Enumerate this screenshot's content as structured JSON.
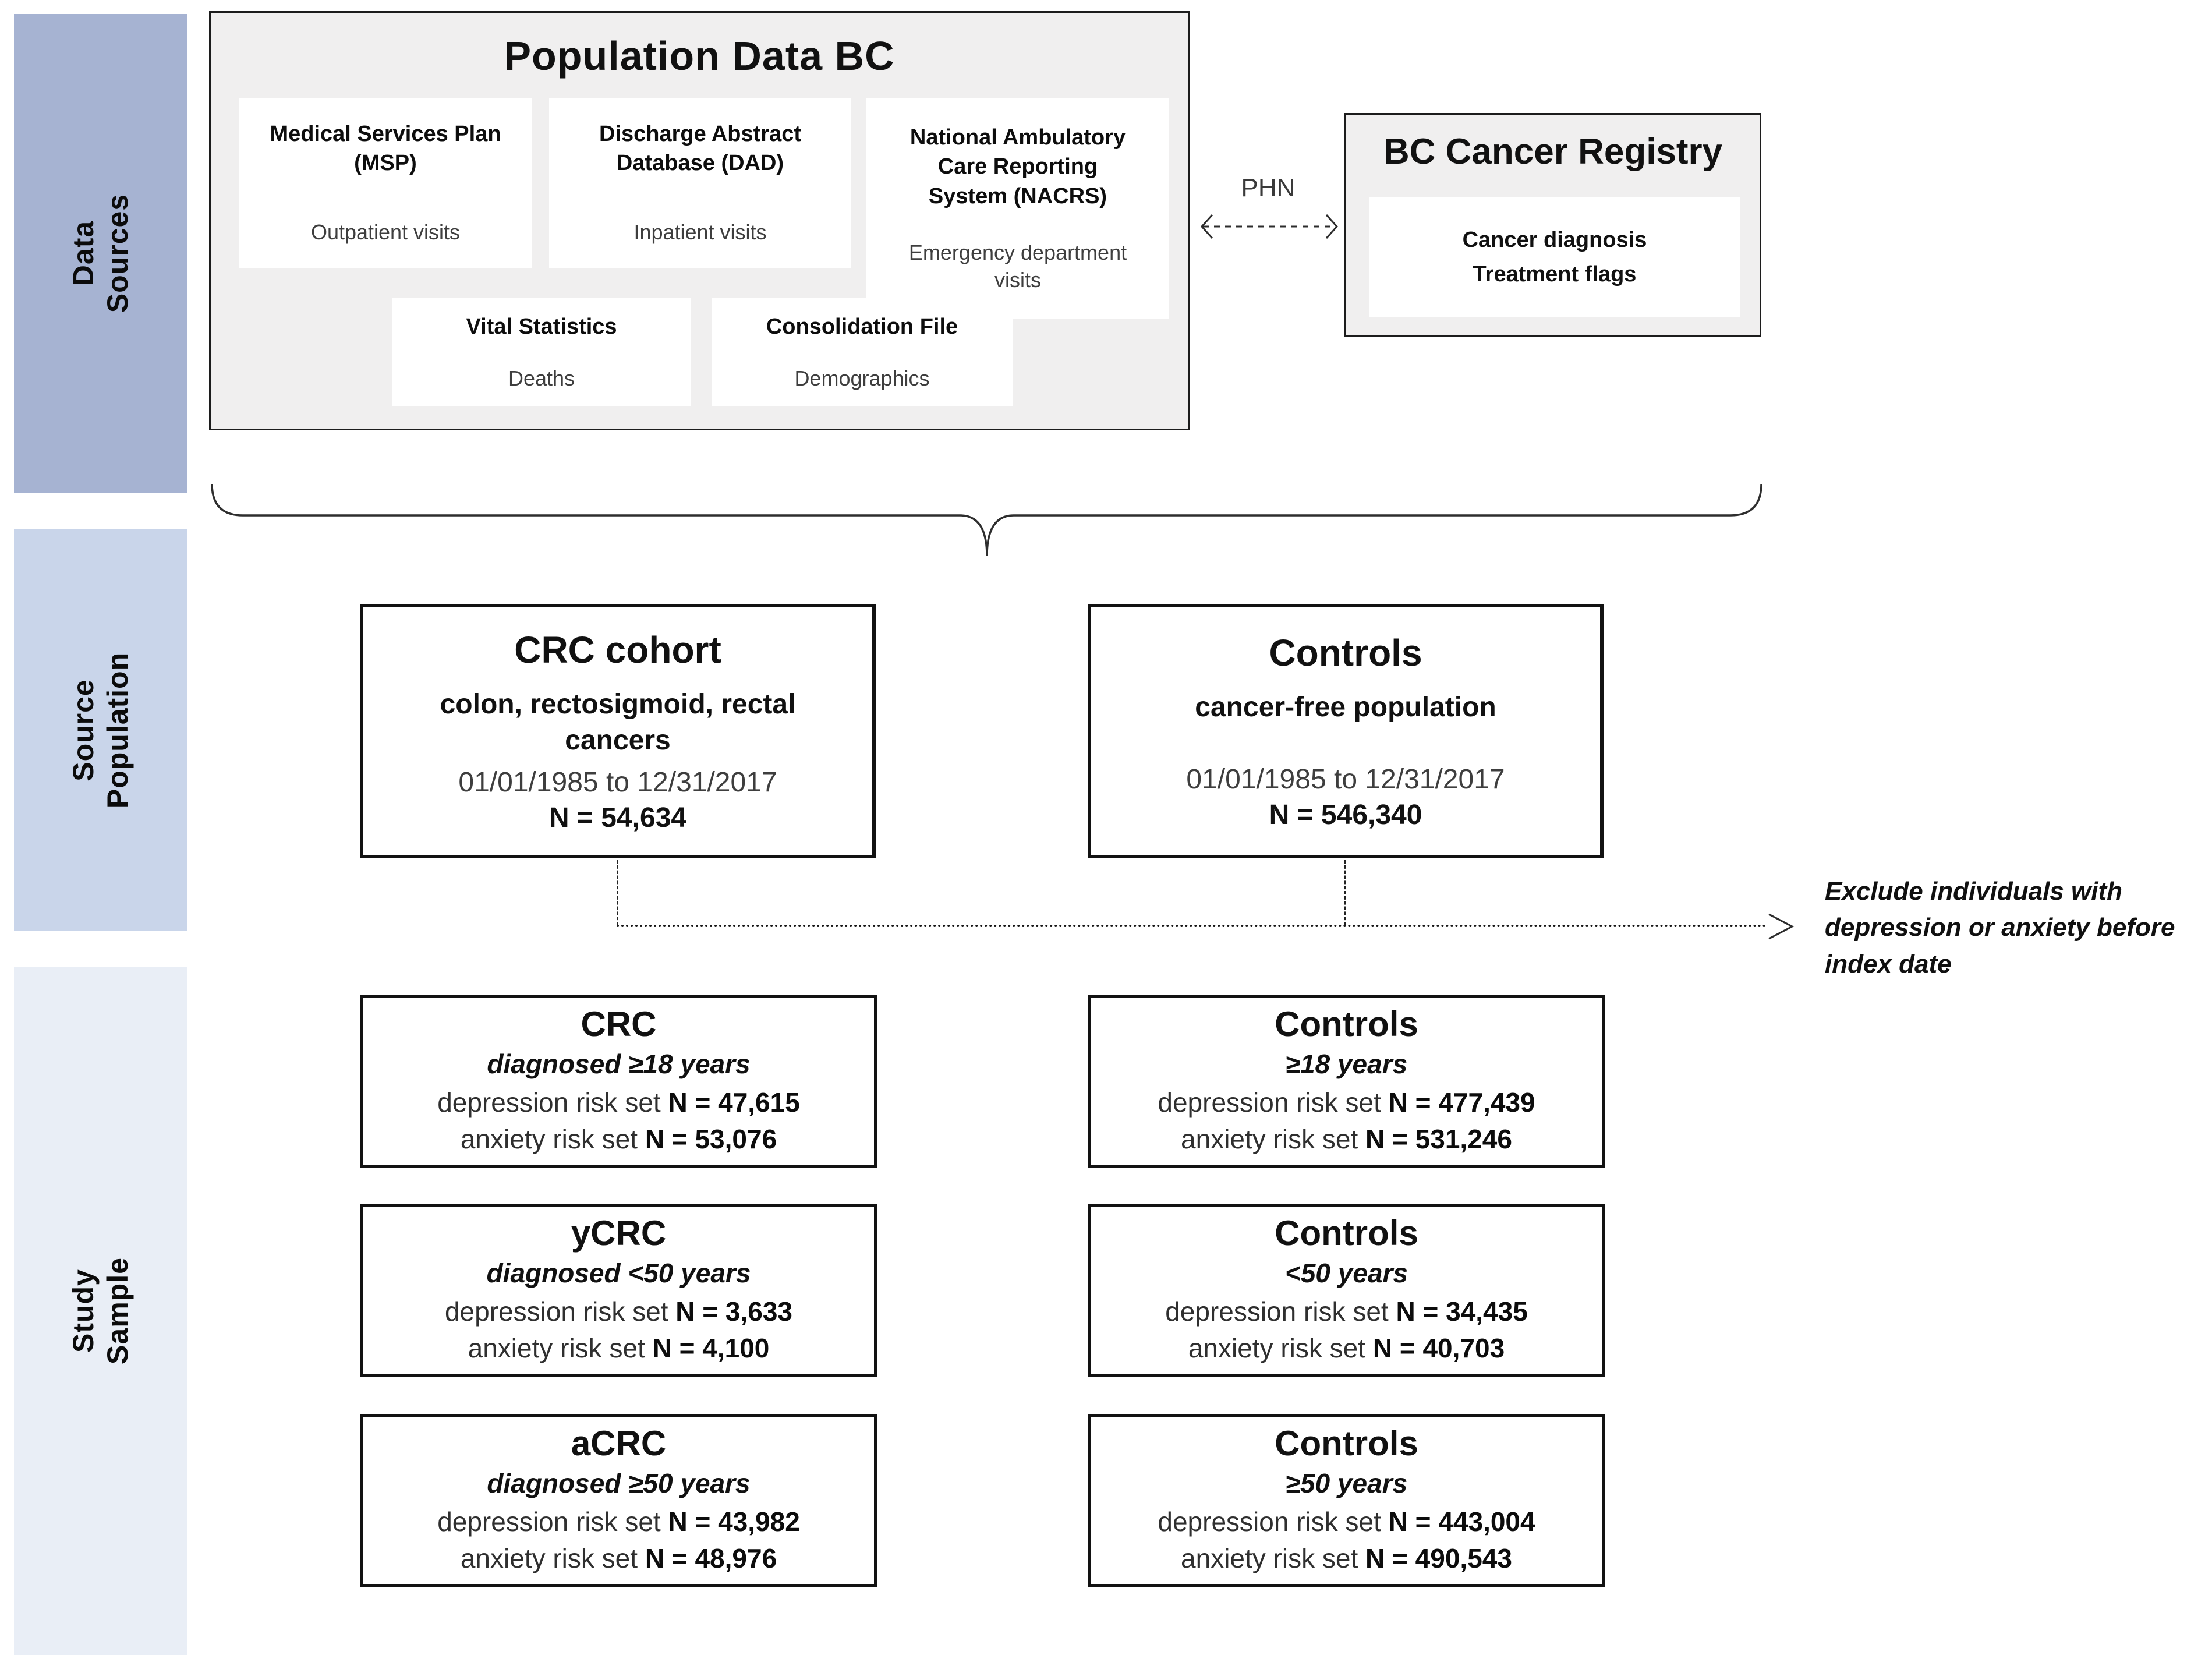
{
  "colors": {
    "band_data_sources": "#a6b3d2",
    "band_source_population": "#c9d5ea",
    "band_study_sample": "#e9eef6",
    "panel_fill": "#f0efef",
    "box_border": "#121212",
    "secondary_text": "#3e3e3e"
  },
  "sidebar": {
    "bands": [
      {
        "label": "Data\nSources"
      },
      {
        "label": "Source\nPopulation"
      },
      {
        "label": "Study Sample"
      }
    ]
  },
  "population_data_bc": {
    "title": "Population Data BC",
    "msp": {
      "title": "Medical Services Plan\n(MSP)",
      "subtitle": "Outpatient visits"
    },
    "dad": {
      "title": "Discharge Abstract\nDatabase (DAD)",
      "subtitle": "Inpatient visits"
    },
    "nacrs": {
      "title": "National Ambulatory\nCare Reporting\nSystem (NACRS)",
      "subtitle": "Emergency department\nvisits"
    },
    "vital": {
      "title": "Vital Statistics",
      "subtitle": "Deaths"
    },
    "consolidation": {
      "title": "Consolidation File",
      "subtitle": "Demographics"
    }
  },
  "linkage": {
    "phn_label": "PHN"
  },
  "bc_cancer_registry": {
    "title": "BC Cancer Registry",
    "content": "Cancer diagnosis\nTreatment flags"
  },
  "source_population": {
    "crc_cohort": {
      "title": "CRC cohort",
      "subtitle": "colon, rectosigmoid, rectal\ncancers",
      "period": "01/01/1985 to 12/31/2017",
      "n": "N = 54,634"
    },
    "controls": {
      "title": "Controls",
      "subtitle": "cancer-free population",
      "period": "01/01/1985 to 12/31/2017",
      "n": "N = 546,340"
    }
  },
  "exclusion_note": "Exclude individuals with\ndepression or anxiety before\nindex date",
  "study_sample": {
    "rows": [
      {
        "case": {
          "title": "CRC",
          "age": "diagnosed ≥18 years",
          "dep_label": "depression risk set",
          "dep_n": "N = 47,615",
          "anx_label": "anxiety risk set",
          "anx_n": "N = 53,076"
        },
        "control": {
          "title": "Controls",
          "age": "≥18 years",
          "dep_label": "depression risk set",
          "dep_n": "N = 477,439",
          "anx_label": "anxiety risk set",
          "anx_n": "N = 531,246"
        }
      },
      {
        "case": {
          "title": "yCRC",
          "age": "diagnosed <50 years",
          "dep_label": "depression risk set",
          "dep_n": "N = 3,633",
          "anx_label": "anxiety risk set",
          "anx_n": "N = 4,100"
        },
        "control": {
          "title": "Controls",
          "age": "<50 years",
          "dep_label": "depression risk set",
          "dep_n": "N = 34,435",
          "anx_label": "anxiety risk set",
          "anx_n": "N = 40,703"
        }
      },
      {
        "case": {
          "title": "aCRC",
          "age": "diagnosed ≥50 years",
          "dep_label": "depression risk set",
          "dep_n": "N = 43,982",
          "anx_label": "anxiety risk set",
          "anx_n": "N = 48,976"
        },
        "control": {
          "title": "Controls",
          "age": "≥50 years",
          "dep_label": "depression risk set",
          "dep_n": "N = 443,004",
          "anx_label": "anxiety risk set",
          "anx_n": "N = 490,543"
        }
      }
    ]
  }
}
